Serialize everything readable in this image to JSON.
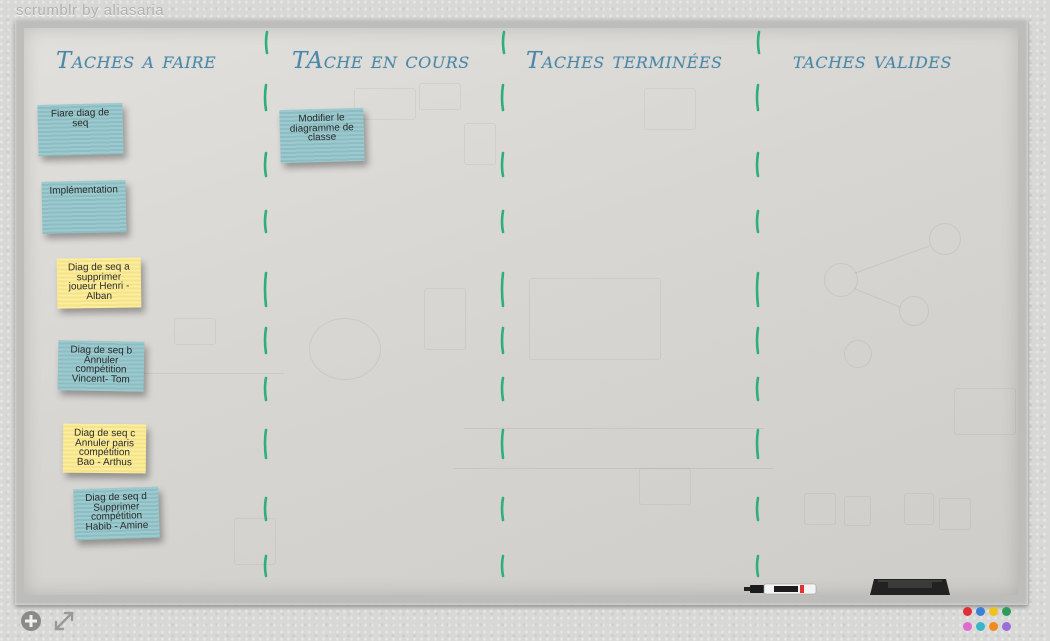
{
  "app": {
    "brand": "scrumblr by aliasaria"
  },
  "columns": [
    {
      "title": "Taches a faire"
    },
    {
      "title": "TAche en cours"
    },
    {
      "title": "Taches terminées"
    },
    {
      "title": "taches valides"
    }
  ],
  "cards": [
    {
      "text": "Fiare diag de seq",
      "color": "blue"
    },
    {
      "text": "Implémentation",
      "color": "blue"
    },
    {
      "text": "Diag de seq a supprimer joueur Henri - Alban",
      "color": "yellow"
    },
    {
      "text": "Diag de seq b Annuler compétition Vincent- Tom",
      "color": "blue"
    },
    {
      "text": "Diag de seq c Annuler paris compétition Bao - Arthus",
      "color": "yellow"
    },
    {
      "text": "Diag de seq d Supprimer compétition Habib - Amine",
      "color": "blue"
    },
    {
      "text": "Modifier le diagramme de classe",
      "color": "blue"
    }
  ],
  "colors": {
    "title": "#4a88a8",
    "divider": "#2fae7c",
    "sticky_blue": "#8fc3c8",
    "sticky_yellow": "#fbe98a"
  },
  "toolbar": {
    "add_icon": "plus-circle-icon",
    "fullscreen_icon": "expand-arrows-icon"
  },
  "palette": [
    "#e0303a",
    "#3d7fd6",
    "#f2c21c",
    "#2e9c5a",
    "#e06ad0",
    "#35b6c9",
    "#f08a1e",
    "#9b6ed8"
  ]
}
